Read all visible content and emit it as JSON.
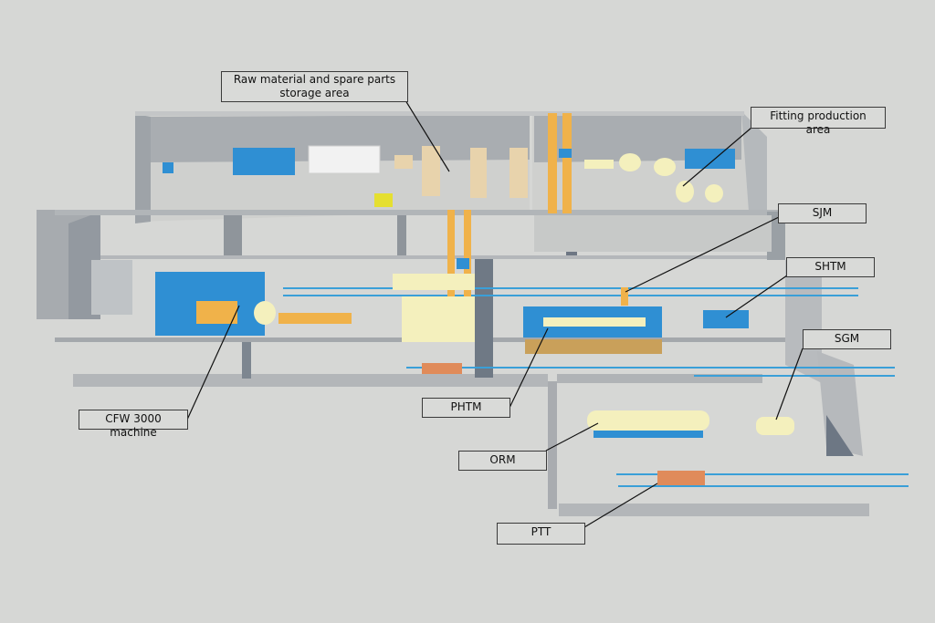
{
  "diagram": {
    "title": "Pipe factory layout",
    "colors": {
      "floor": "#d3d4d2",
      "wall": "#b8bbbd",
      "wall_shadow": "#8f959b",
      "machine_blue": "#2f8fd3",
      "crane_orange": "#f0b24a",
      "pipe_cream": "#f4f0bd",
      "rail_blue": "#3a9fd8"
    },
    "callouts": [
      {
        "id": "storage",
        "label_line1": "Raw material and spare parts",
        "label_line2": "storage area"
      },
      {
        "id": "fitting",
        "label": "Fitting production area"
      },
      {
        "id": "sjm",
        "label": "SJM"
      },
      {
        "id": "shtm",
        "label": "SHTM"
      },
      {
        "id": "sgm",
        "label": "SGM"
      },
      {
        "id": "cfw",
        "label": "CFW 3000 machine"
      },
      {
        "id": "phtm",
        "label": "PHTM"
      },
      {
        "id": "orm",
        "label": "ORM"
      },
      {
        "id": "ptt",
        "label": "PTT"
      }
    ]
  }
}
